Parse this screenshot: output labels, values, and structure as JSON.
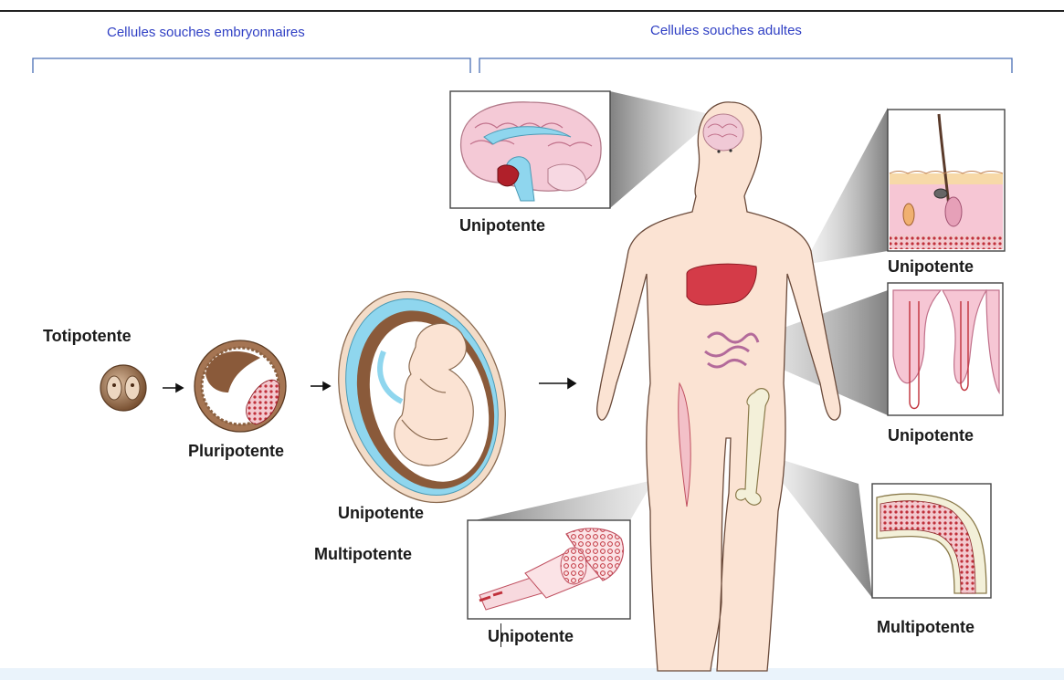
{
  "headers": {
    "embryonic": "Cellules souches embryonnaires",
    "adult": "Cellules souches adultes"
  },
  "labels": {
    "totipotente": "Totipotente",
    "pluripotente": "Pluripotente",
    "fetus_unipotente": "Unipotente",
    "fetus_multipotente": "Multipotente",
    "brain": "Unipotente",
    "skin": "Unipotente",
    "intestine": "Unipotente",
    "muscle": "Unipotente",
    "bone": "Multipotente"
  },
  "colors": {
    "header_text": "#2f3fc4",
    "bracket": "#4a6fb5",
    "skin": "#fbe3d3",
    "tissue_pink": "#f2bfd0",
    "blood_red": "#c0202a",
    "fluid_blue": "#8fd6ee",
    "embryo_brown": "#8a5a3a"
  }
}
